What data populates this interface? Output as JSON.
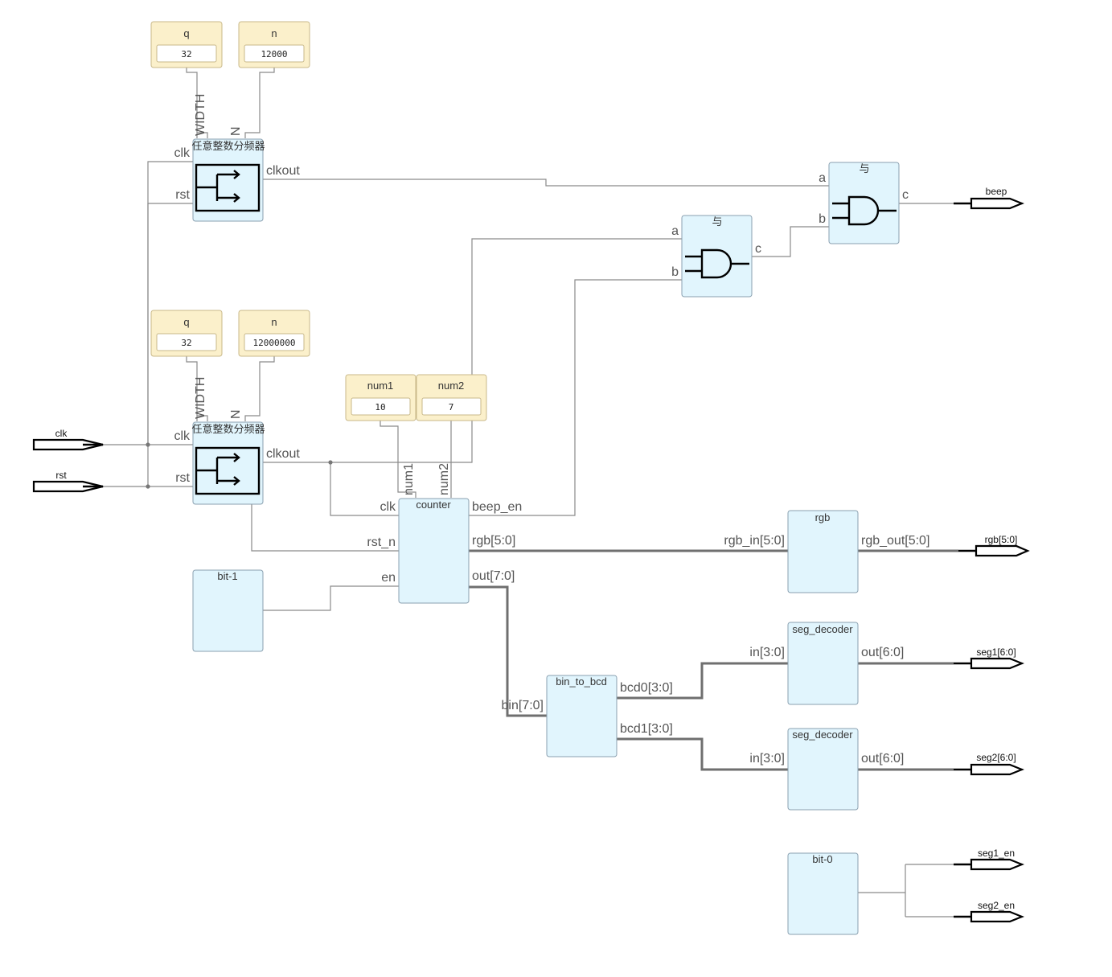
{
  "params": {
    "p1_q": {
      "name": "q",
      "value": "32"
    },
    "p1_n": {
      "name": "n",
      "value": "12000"
    },
    "p2_q": {
      "name": "q",
      "value": "32"
    },
    "p2_n": {
      "name": "n",
      "value": "12000000"
    },
    "num1": {
      "name": "num1",
      "value": "10"
    },
    "num2": {
      "name": "num2",
      "value": "7"
    }
  },
  "blocks": {
    "div1": {
      "title": "任意整数分频器",
      "pins": {
        "clk": "clk",
        "rst": "rst",
        "clkout": "clkout",
        "width": "WIDTH",
        "n": "N"
      }
    },
    "div2": {
      "title": "任意整数分频器",
      "pins": {
        "clk": "clk",
        "rst": "rst",
        "clkout": "clkout",
        "width": "WIDTH",
        "n": "N"
      }
    },
    "and1": {
      "title": "与",
      "pins": {
        "a": "a",
        "b": "b",
        "c": "c"
      }
    },
    "and2": {
      "title": "与",
      "pins": {
        "a": "a",
        "b": "b",
        "c": "c"
      }
    },
    "counter": {
      "title": "counter",
      "pins": {
        "clk": "clk",
        "rst_n": "rst_n",
        "en": "en",
        "beep_en": "beep_en",
        "rgb": "rgb[5:0]",
        "out": "out[7:0]",
        "num1": "num1",
        "num2": "num2"
      }
    },
    "bit1": {
      "title": "bit-1"
    },
    "bit0": {
      "title": "bit-0"
    },
    "rgb": {
      "title": "rgb",
      "pins": {
        "in": "rgb_in[5:0]",
        "out": "rgb_out[5:0]"
      }
    },
    "bin_to_bcd": {
      "title": "bin_to_bcd",
      "pins": {
        "bin": "bin[7:0]",
        "bcd0": "bcd0[3:0]",
        "bcd1": "bcd1[3:0]"
      }
    },
    "seg1": {
      "title": "seg_decoder",
      "pins": {
        "in": "in[3:0]",
        "out": "out[6:0]"
      }
    },
    "seg2": {
      "title": "seg_decoder",
      "pins": {
        "in": "in[3:0]",
        "out": "out[6:0]"
      }
    }
  },
  "ports": {
    "clk": "clk",
    "rst": "rst",
    "beep": "beep",
    "rgb": "rgb[5:0]",
    "seg1": "seg1[6:0]",
    "seg2": "seg2[6:0]",
    "seg1_en": "seg1_en",
    "seg2_en": "seg2_en"
  }
}
